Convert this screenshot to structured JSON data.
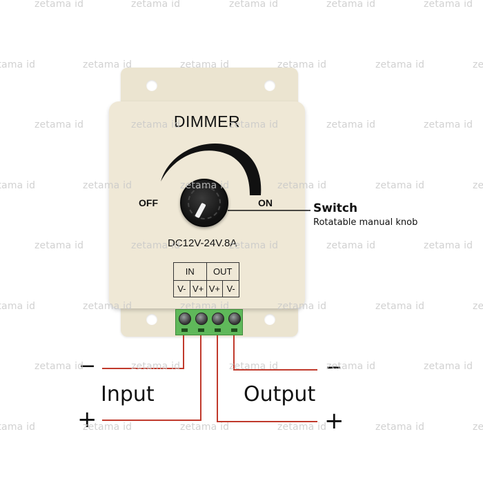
{
  "device": {
    "title": "DIMMER",
    "off_label": "OFF",
    "on_label": "ON",
    "rating": "DC12V-24V.8A",
    "terminal_table": {
      "groups": [
        "IN",
        "OUT"
      ],
      "pins": [
        "V-",
        "V+",
        "V+",
        "V-"
      ]
    },
    "colors": {
      "housing": "#efe8d6",
      "terminal_block": "#5fb85a",
      "knob": "#1a1a1a",
      "wire": "#c0392b"
    }
  },
  "callout": {
    "title": "Switch",
    "subtitle": "Rotatable manual knob"
  },
  "wiring": {
    "input_label": "Input",
    "output_label": "Output",
    "input_minus": "−",
    "input_plus": "+",
    "output_minus": "−",
    "output_plus": "+"
  },
  "watermark": {
    "text": "zetama id"
  }
}
